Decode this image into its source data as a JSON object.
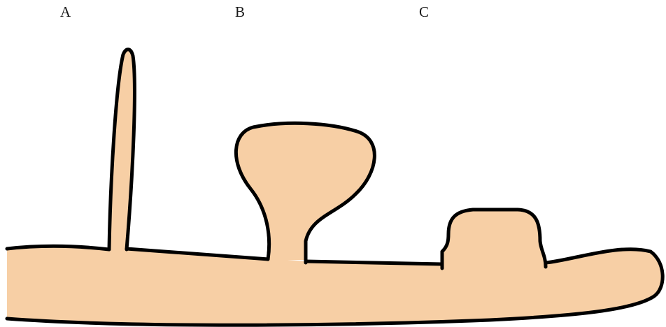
{
  "labels": {
    "a": "A",
    "b": "B",
    "c": "C"
  },
  "colors": {
    "fill": "#f7cfa5",
    "outline": "#000000",
    "background": "#ffffff"
  }
}
